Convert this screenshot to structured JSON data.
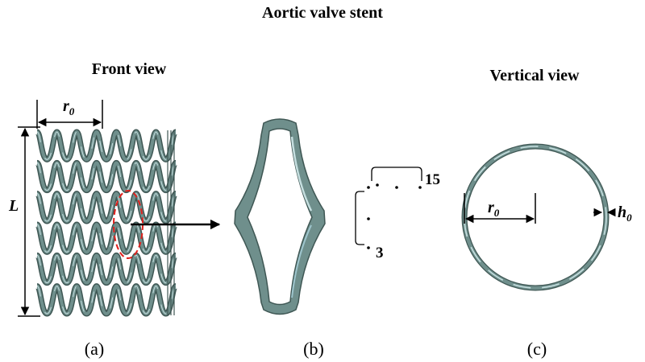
{
  "title": "Aortic valve stent",
  "front_view": {
    "heading": "Front view",
    "radius_label": "r",
    "radius_sub": "0",
    "length_label": "L",
    "caption": "(a)"
  },
  "detail": {
    "label_top": "15",
    "label_bottom": "3",
    "caption": "(b)"
  },
  "vertical_view": {
    "heading": "Vertical view",
    "radius_label": "r",
    "radius_sub": "0",
    "thickness_label": "h",
    "thickness_sub": "0",
    "caption": "(c)"
  },
  "colors": {
    "strut": "#6f8f8c",
    "strut_dark": "#3f5754",
    "highlight": "#c6dfe0",
    "annotation": "#000000",
    "callout": "#e0201c"
  }
}
